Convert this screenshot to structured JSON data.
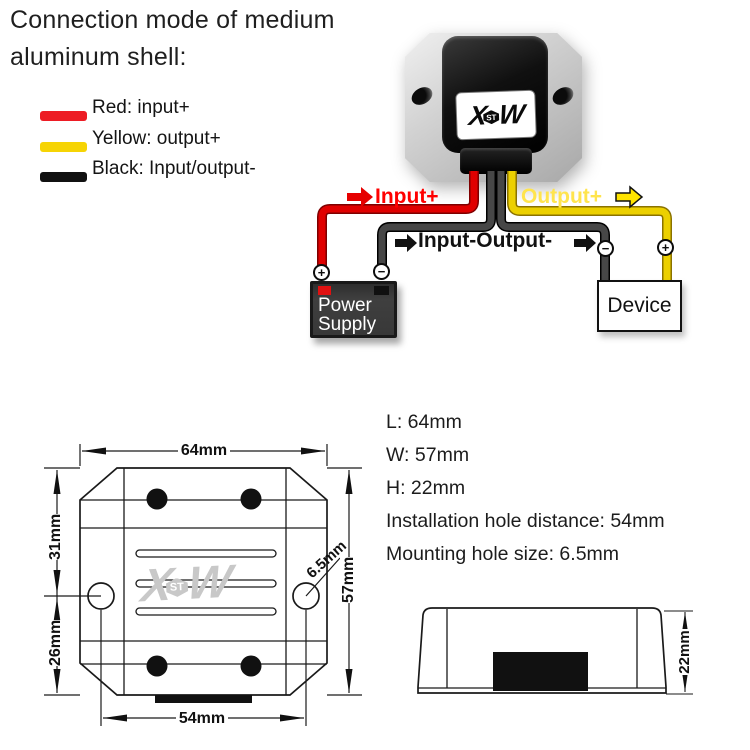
{
  "title_lines": [
    "Connection mode of medium",
    "aluminum shell:"
  ],
  "legend": {
    "items": [
      {
        "label": "Red: input+",
        "color": "#ed1c24"
      },
      {
        "label": "Yellow: output+",
        "color": "#f6d404"
      },
      {
        "label": "Black: Input/output-",
        "color": "#111111"
      }
    ]
  },
  "photo": {
    "logo_left": "X",
    "logo_mid": "ST",
    "logo_right": "W"
  },
  "wiring": {
    "input_label": "Input+",
    "output_label": "Output+",
    "common_label": "Input-Output-",
    "power_supply_lines": [
      "Power",
      "Supply"
    ],
    "device_label": "Device",
    "ps_plus": "+",
    "ps_minus": "−",
    "dev_minus": "−",
    "dev_plus": "+",
    "wire_colors": {
      "red": "#e00000",
      "yellow": "#ecd000",
      "black": "#474747"
    },
    "label_colors": {
      "input": "#ff0000",
      "output": "#ffe44d",
      "common": "#111111"
    }
  },
  "specs": {
    "lines": [
      "L: 64mm",
      "W: 57mm",
      "H: 22mm",
      "Installation hole distance: 54mm",
      "Mounting hole size: 6.5mm"
    ]
  },
  "drawings": {
    "top_view": {
      "watermark_left": "X",
      "watermark_mid": "ST",
      "watermark_right": "W",
      "dim_width": "64mm",
      "dim_top_section": "31mm",
      "dim_bottom_section": "26mm",
      "dim_height": "57mm",
      "dim_hole_size": "6.5mm",
      "dim_hole_distance": "54mm"
    },
    "side_view": {
      "dim_height": "22mm"
    }
  }
}
